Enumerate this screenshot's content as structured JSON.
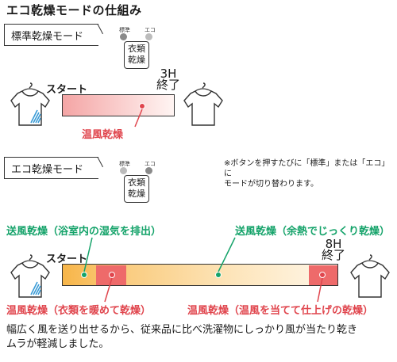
{
  "title": "エコ乾燥モードの仕組み",
  "standard": {
    "section_label": "標準乾燥モード",
    "panel": {
      "label_standard": "標準",
      "label_eco": "エコ",
      "button_line1": "衣類",
      "button_line2": "乾燥"
    },
    "start_label": "スタート",
    "end_label_line1": "3H",
    "end_label_line2": "終了",
    "segment_label": "温風乾燥",
    "colors": {
      "bar_start": "#f4a5a5",
      "bar_end": "#fff5f3",
      "callout": "#e0454d"
    }
  },
  "eco": {
    "section_label": "エコ乾燥モード",
    "panel": {
      "label_standard": "標準",
      "label_eco": "エコ",
      "button_line1": "衣類",
      "button_line2": "乾燥"
    },
    "note_line1": "※ボタンを押すたびに「標準」または「エコ」に",
    "note_line2": "モードが切り替わります。",
    "start_label": "スタート",
    "end_label_line1": "8H",
    "end_label_line2": "終了",
    "label_ventilation": "送風乾燥（浴室内の湿気を排出）",
    "label_residual": "送風乾燥（余熱でじっくり乾燥）",
    "label_warm_clothes": "温風乾燥（衣類を暖めて乾燥）",
    "label_finish": "温風乾燥（温風を当てて仕上げの乾燥）",
    "colors": {
      "fan": "#f7b548",
      "warm": "#ee6a6a",
      "green": "#15a36a",
      "red": "#e0454d"
    }
  },
  "description_line1": "幅広く風を送り出せるから、従来品に比べ洗濯物にしっかり風が当たり乾き",
  "description_line2": "ムラが軽減しました。"
}
